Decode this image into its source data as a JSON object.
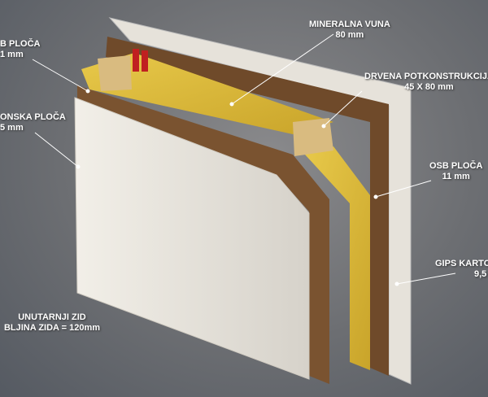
{
  "labels": {
    "mineral": {
      "name": "MINERALNA VUNA",
      "size": "80 mm"
    },
    "drvena": {
      "name": "DRVENA POTKONSTRUKCIJA",
      "size": "45 X 80 mm"
    },
    "osb_right": {
      "name": "OSB PLOČA",
      "size": "11 mm"
    },
    "gips_right": {
      "name": "GIPS KARTON",
      "size": "9,5"
    },
    "osb_left": {
      "name": "B PLOČA",
      "size": "1 mm"
    },
    "gips_left": {
      "name": "ONSKA PLOČA",
      "size": "5 mm"
    }
  },
  "caption": {
    "line1": "UNUTARNJI ZID",
    "line2": "BLJINA ZIDA = 120mm"
  },
  "colors": {
    "gips": "#e8e4dc",
    "osb": "#7a5330",
    "wool": "#d8b83a",
    "wood": "#d8b878"
  }
}
